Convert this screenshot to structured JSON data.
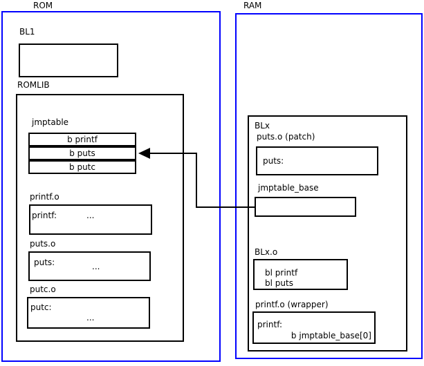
{
  "colors": {
    "frame_blue": "#0000ff",
    "line_black": "#000000"
  },
  "rom": {
    "title": "ROM",
    "bl1_label": "BL1",
    "romlib_label": "ROMLIB",
    "jmptable": {
      "label": "jmptable",
      "rows": [
        "b printf",
        "b puts",
        "b putc"
      ]
    },
    "printf_o": {
      "label": "printf.o",
      "symbol": "printf:",
      "more": "..."
    },
    "puts_o": {
      "label": "puts.o",
      "symbol": "puts:",
      "more": "..."
    },
    "putc_o": {
      "label": "putc.o",
      "symbol": "putc:",
      "more": "..."
    }
  },
  "ram": {
    "title": "RAM",
    "blx": {
      "label": "BLx",
      "puts_patch": {
        "label": "puts.o (patch)",
        "symbol": "puts:"
      },
      "jmptable_base_label": "jmptable_base",
      "blx_o": {
        "label": "BLx.o",
        "line1": "bl printf",
        "line2": "bl puts"
      },
      "printf_wrapper": {
        "label": "printf.o (wrapper)",
        "symbol": "printf:",
        "instruction": "b jmptable_base[0]"
      }
    }
  },
  "connector": {
    "description": "arrow from jmptable_base box to 'b puts' jmptable row",
    "from": "jmptable_base",
    "to": "b puts"
  }
}
